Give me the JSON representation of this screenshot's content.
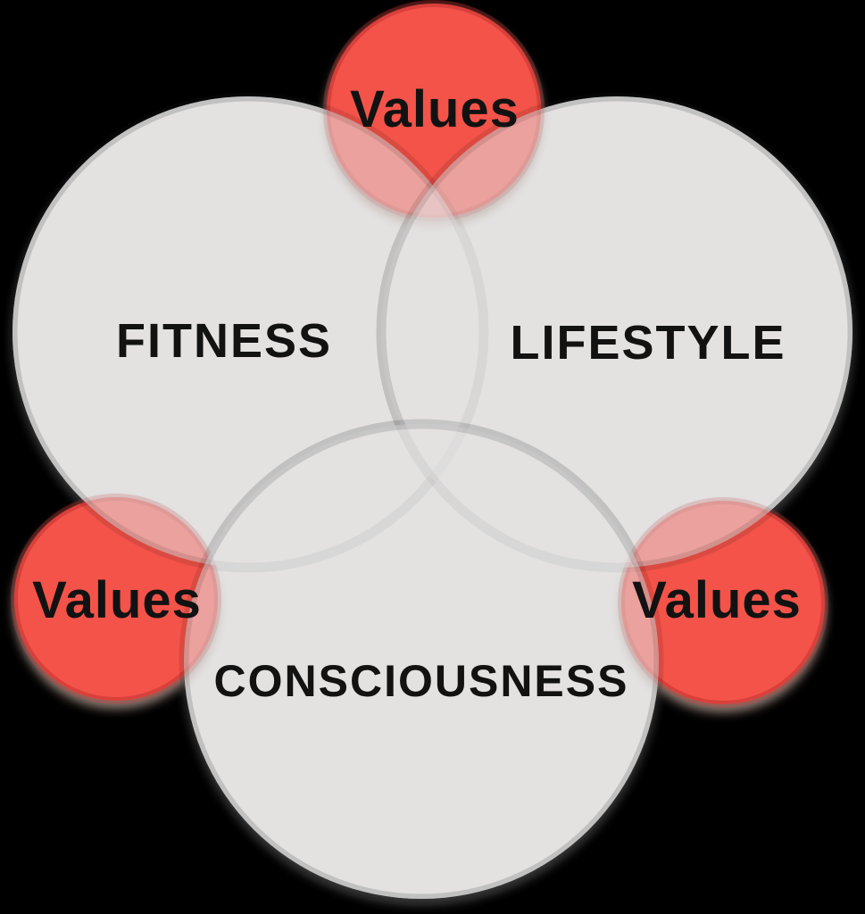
{
  "diagram": {
    "type": "venn",
    "colors": {
      "background": "#000000",
      "gray_fill": "#e3e2e1",
      "red_fill": "#f3524a",
      "label_color": "#121212"
    },
    "sets": [
      {
        "label": "FITNESS"
      },
      {
        "label": "LIFESTYLE"
      },
      {
        "label": "CONSCIOUSNESS"
      }
    ],
    "intersections": [
      {
        "label": "Values",
        "position": "top"
      },
      {
        "label": "Values",
        "position": "bottom-left"
      },
      {
        "label": "Values",
        "position": "bottom-right"
      }
    ]
  }
}
